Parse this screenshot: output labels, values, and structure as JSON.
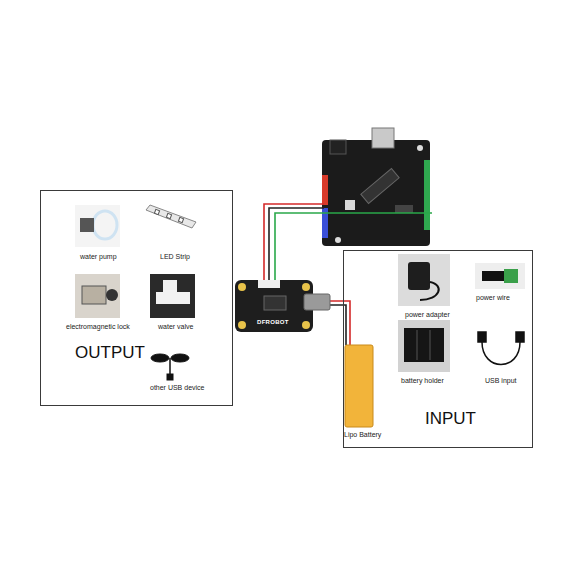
{
  "diagram": {
    "nodes": [
      {
        "text": [
          "OUTPUT"
        ]
      },
      {
        "text": [
          "INPUT"
        ]
      }
    ],
    "labels": [
      "water pump",
      "LED Strip",
      "electromagnetic lock",
      "water valve",
      "other USB device",
      "power adapter",
      "power wire",
      "battery holder",
      "USB input",
      "Lipo Battery",
      "DFROBOT"
    ]
  }
}
